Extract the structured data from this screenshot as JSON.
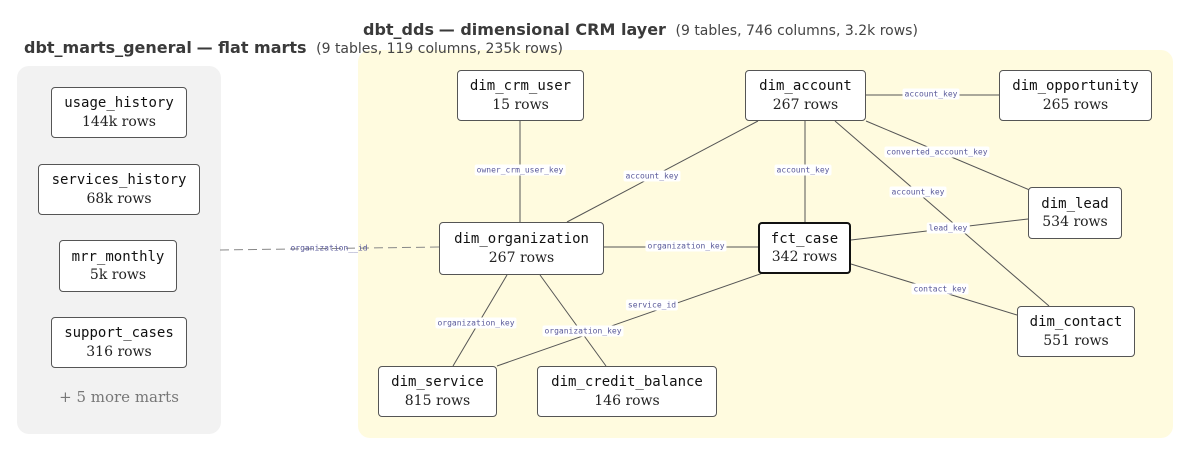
{
  "titles": {
    "dds": {
      "name": "dbt_dds",
      "desc": "— dimensional CRM layer",
      "stats": "(9 tables, 746 columns, 3.2k rows)"
    },
    "marts": {
      "name": "dbt_marts_general",
      "desc": "— flat marts",
      "stats": "(9 tables, 119 columns, 235k rows)"
    }
  },
  "marts": [
    {
      "name": "usage_history",
      "rows": "144k rows"
    },
    {
      "name": "services_history",
      "rows": "68k rows"
    },
    {
      "name": "mrr_monthly",
      "rows": "5k rows"
    },
    {
      "name": "support_cases",
      "rows": "316 rows"
    }
  ],
  "marts_more": "+ 5 more marts",
  "dds_nodes": {
    "dim_crm_user": {
      "name": "dim_crm_user",
      "rows": "15 rows"
    },
    "dim_account": {
      "name": "dim_account",
      "rows": "267 rows"
    },
    "dim_opportunity": {
      "name": "dim_opportunity",
      "rows": "265 rows"
    },
    "dim_organization": {
      "name": "dim_organization",
      "rows": "267 rows"
    },
    "fct_case": {
      "name": "fct_case",
      "rows": "342 rows"
    },
    "dim_lead": {
      "name": "dim_lead",
      "rows": "534 rows"
    },
    "dim_contact": {
      "name": "dim_contact",
      "rows": "551 rows"
    },
    "dim_service": {
      "name": "dim_service",
      "rows": "815 rows"
    },
    "dim_credit_balance": {
      "name": "dim_credit_balance",
      "rows": "146 rows"
    }
  },
  "edge_labels": {
    "acct_opp": "account_key",
    "crm_org": "owner_crm_user_key",
    "acct_org": "account_key",
    "acct_case": "account_key",
    "acct_lead": "converted_account_key",
    "acct_contact": "account_key",
    "lead_case": "lead_key",
    "org_case": "organization_key",
    "contact_case": "contact_key",
    "service_case": "service_id",
    "org_service": "organization_key",
    "org_credit": "organization_key",
    "marts_org": "organization__id"
  }
}
